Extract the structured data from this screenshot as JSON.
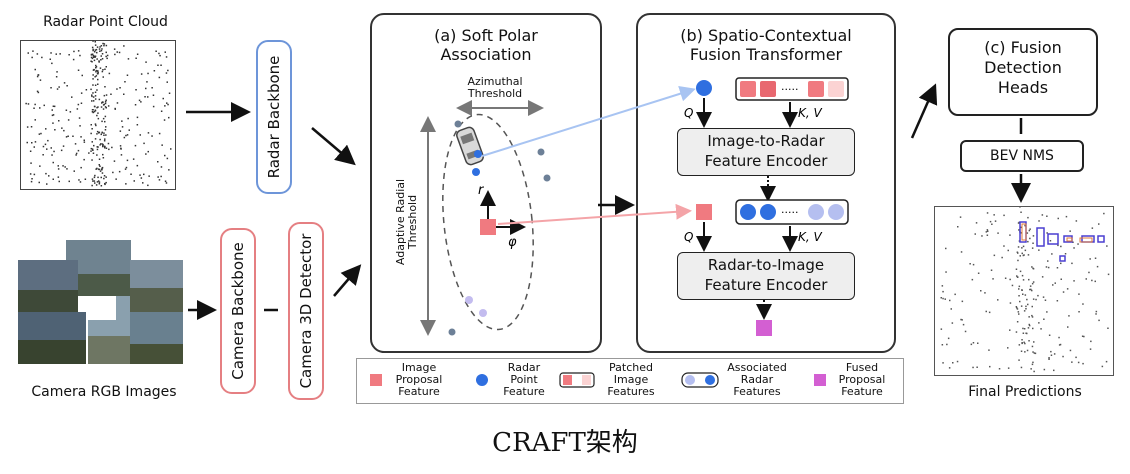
{
  "inputs": {
    "radar_point_cloud": "Radar Point Cloud",
    "camera_images": "Camera RGB Images",
    "final_predictions": "Final Predictions"
  },
  "backbones": {
    "radar": "Radar Backbone",
    "camera": "Camera Backbone",
    "camera_detector": "Camera 3D Detector"
  },
  "panel_a": {
    "title_line1": "(a) Soft Polar",
    "title_line2": "Association",
    "azimuthal_line1": "Azimuthal",
    "azimuthal_line2": "Threshold",
    "radial_line1": "Adaptive Radial",
    "radial_line2": "Threshold",
    "r_symbol": "r",
    "phi_symbol": "φ"
  },
  "panel_b": {
    "title_line1": "(b) Spatio-Contextual",
    "title_line2": "Fusion Transformer",
    "encoder1_line1": "Image-to-Radar",
    "encoder1_line2": "Feature Encoder",
    "encoder2_line1": "Radar-to-Image",
    "encoder2_line2": "Feature Encoder",
    "q_label": "Q",
    "kv_label": "K, V",
    "ellipsis": "·····"
  },
  "panel_c": {
    "title_line1": "(c) Fusion",
    "title_line2": "Detection",
    "title_line3": "Heads",
    "nms": "BEV NMS"
  },
  "legend": [
    {
      "line1": "Image",
      "line2": "Proposal",
      "line3": "Feature"
    },
    {
      "line1": "Radar",
      "line2": "Point",
      "line3": "Feature"
    },
    {
      "line1": "Patched",
      "line2": "Image",
      "line3": "Features"
    },
    {
      "line1": "Associated",
      "line2": "Radar",
      "line3": "Features"
    },
    {
      "line1": "Fused",
      "line2": "Proposal",
      "line3": "Feature"
    }
  ],
  "caption": "CRAFT架构",
  "colors": {
    "radar_blue": "#2f6fe0",
    "radar_light": "#a9b3ee",
    "image_red": "#f07a80",
    "image_light": "#f8c4c4",
    "fused_magenta": "#d35fd2",
    "backbone_blue_border": "#6d95d9",
    "backbone_red_border": "#e57f82",
    "encoder_fill": "#eeeeee"
  }
}
